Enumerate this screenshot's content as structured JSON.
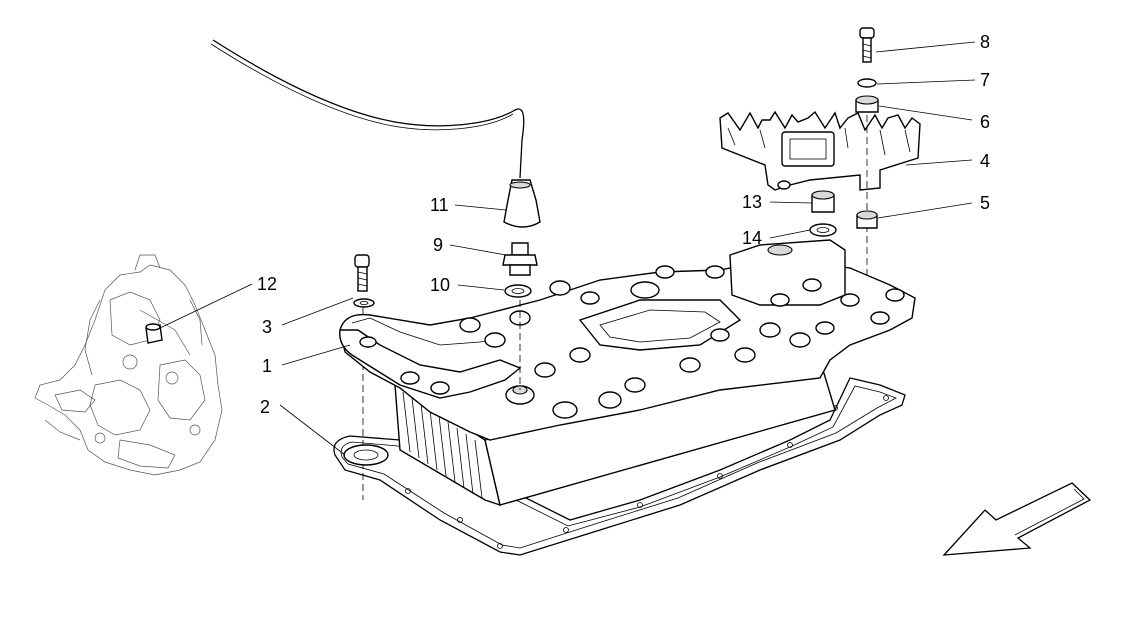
{
  "diagram": {
    "callouts": [
      {
        "id": "c1",
        "label": "1"
      },
      {
        "id": "c2",
        "label": "2"
      },
      {
        "id": "c3",
        "label": "3"
      },
      {
        "id": "c4",
        "label": "4"
      },
      {
        "id": "c5",
        "label": "5"
      },
      {
        "id": "c6",
        "label": "6"
      },
      {
        "id": "c7",
        "label": "7"
      },
      {
        "id": "c8",
        "label": "8"
      },
      {
        "id": "c9",
        "label": "9"
      },
      {
        "id": "c10",
        "label": "10"
      },
      {
        "id": "c11",
        "label": "11"
      },
      {
        "id": "c12",
        "label": "12"
      },
      {
        "id": "c13",
        "label": "13"
      },
      {
        "id": "c14",
        "label": "14"
      }
    ],
    "direction_arrow": "front-direction-arrow-icon",
    "colors": {
      "line": "#000000",
      "background": "#ffffff"
    }
  }
}
